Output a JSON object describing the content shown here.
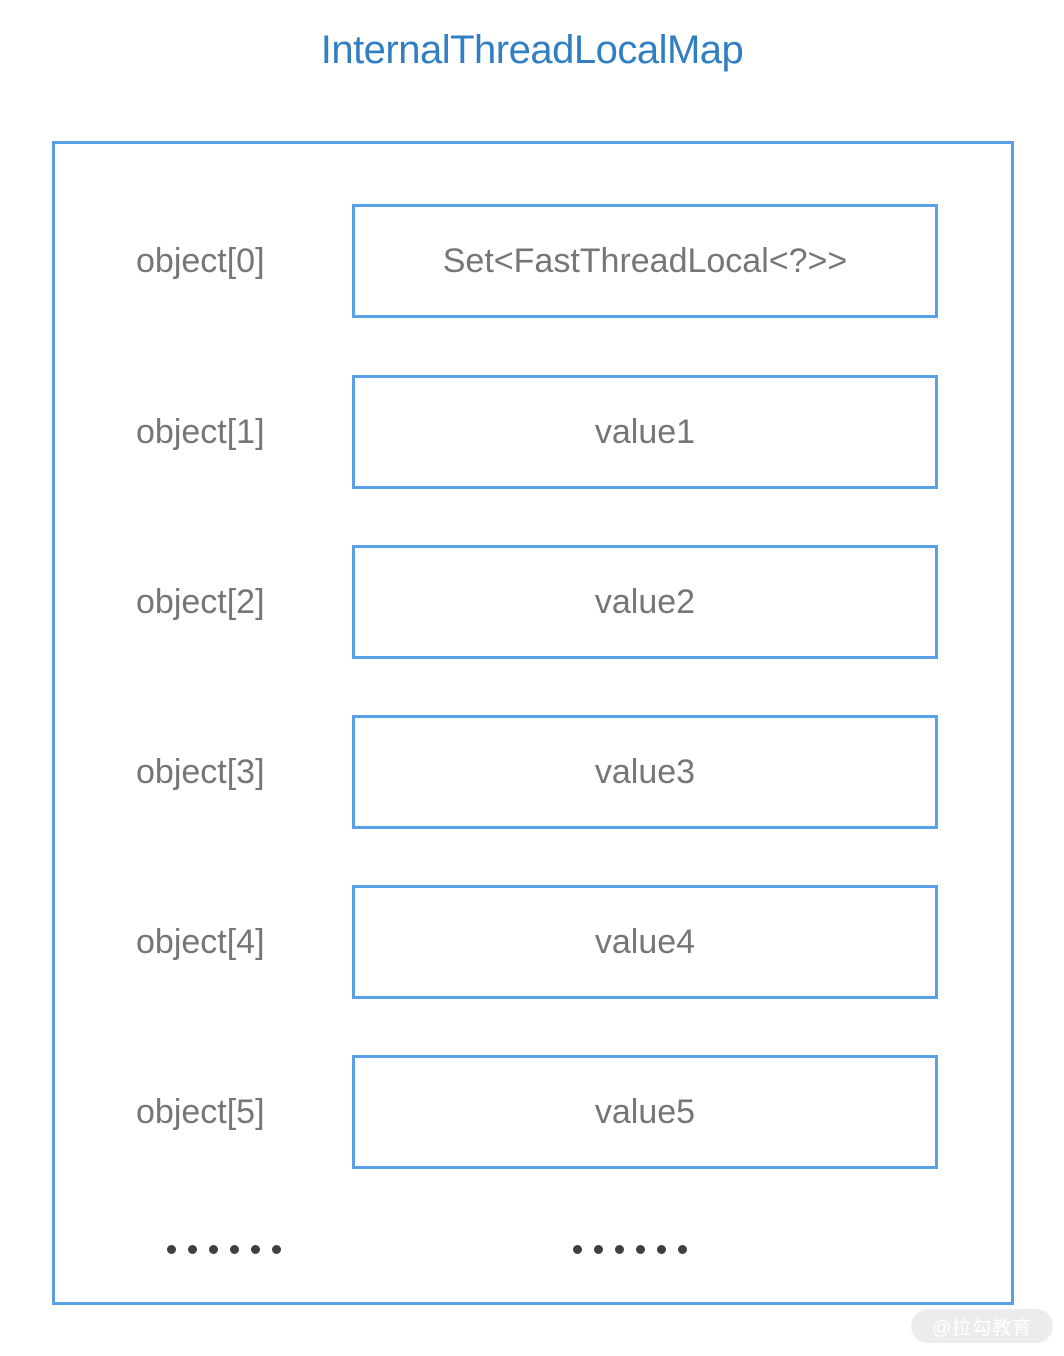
{
  "diagram": {
    "title": "InternalThreadLocalMap",
    "title_color": "#2f7fc2",
    "border_color": "#59a0e6",
    "text_color": "#767676",
    "dot_color": "#3f3f3f",
    "slots": [
      {
        "label": "object[0]",
        "value": "Set<FastThreadLocal<?>>"
      },
      {
        "label": "object[1]",
        "value": "value1"
      },
      {
        "label": "object[2]",
        "value": "value2"
      },
      {
        "label": "object[3]",
        "value": "value3"
      },
      {
        "label": "object[4]",
        "value": "value4"
      },
      {
        "label": "object[5]",
        "value": "value5"
      }
    ],
    "ellipsis": {
      "left_dot_count": 6,
      "right_dot_count": 6
    }
  },
  "watermark": {
    "text": "@拉勾教育"
  }
}
